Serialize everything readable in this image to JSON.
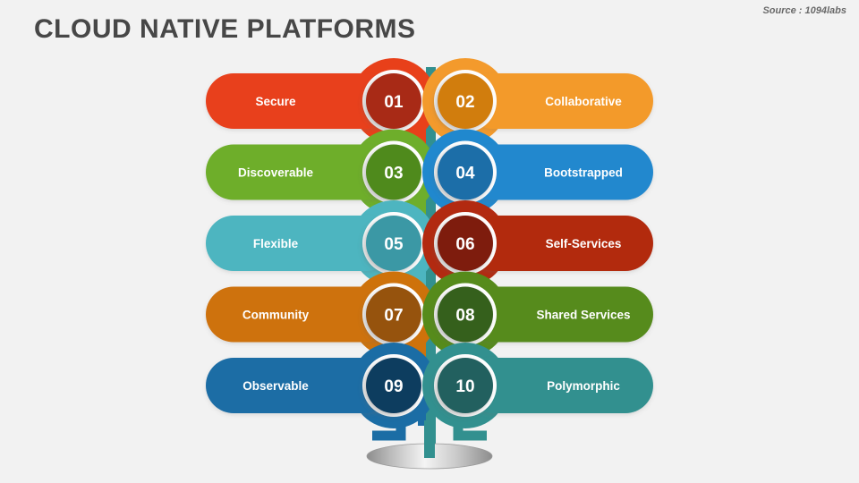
{
  "header": {
    "title": "CLOUD NATIVE PLATFORMS",
    "source": "Source : 1094labs"
  },
  "diagram": {
    "type": "tree-infographic",
    "base_label": "base-ellipse",
    "items": [
      {
        "number": "01",
        "label": "Secure",
        "side": "left",
        "row": 1,
        "pill_color": "#e8401a",
        "circle_color": "#a82a12"
      },
      {
        "number": "02",
        "label": "Collaborative",
        "side": "right",
        "row": 1,
        "pill_color": "#f39a2c",
        "circle_color": "#d17d10"
      },
      {
        "number": "03",
        "label": "Discoverable",
        "side": "left",
        "row": 2,
        "pill_color": "#6eae2b",
        "circle_color": "#4f8a1e"
      },
      {
        "number": "04",
        "label": "Bootstrapped",
        "side": "right",
        "row": 2,
        "pill_color": "#2088ce",
        "circle_color": "#1a6ea8"
      },
      {
        "number": "05",
        "label": "Flexible",
        "side": "left",
        "row": 3,
        "pill_color": "#4db5c0",
        "circle_color": "#3b98a5"
      },
      {
        "number": "06",
        "label": "Self-Services",
        "side": "right",
        "row": 3,
        "pill_color": "#b22a11",
        "circle_color": "#7e1d0c"
      },
      {
        "number": "07",
        "label": "Community",
        "side": "left",
        "row": 4,
        "pill_color": "#ce720b",
        "circle_color": "#96520a"
      },
      {
        "number": "08",
        "label": "Shared Services",
        "side": "right",
        "row": 4,
        "pill_color": "#568b1b",
        "circle_color": "#36611a"
      },
      {
        "number": "09",
        "label": "Observable",
        "side": "left",
        "row": 5,
        "pill_color": "#1b6da5",
        "circle_color": "#113c5e"
      },
      {
        "number": "10",
        "label": "Polymorphic",
        "side": "right",
        "row": 5,
        "pill_color": "#32908f",
        "circle_color": "#24605e"
      }
    ]
  },
  "colors": {
    "background": "#f2f2f2",
    "title": "#474747",
    "source": "#6a6a6a",
    "text_on_pill": "#ffffff",
    "ring": "#ffffff"
  }
}
